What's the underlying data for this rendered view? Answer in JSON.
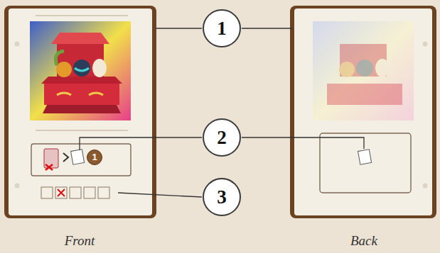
{
  "diagram": {
    "nodes": [
      {
        "text": [
          "1"
        ]
      },
      {
        "text": [
          "1"
        ]
      },
      {
        "text": [
          "2"
        ]
      },
      {
        "text": [
          "3"
        ]
      }
    ],
    "labels": [
      "Front",
      "Back"
    ]
  }
}
